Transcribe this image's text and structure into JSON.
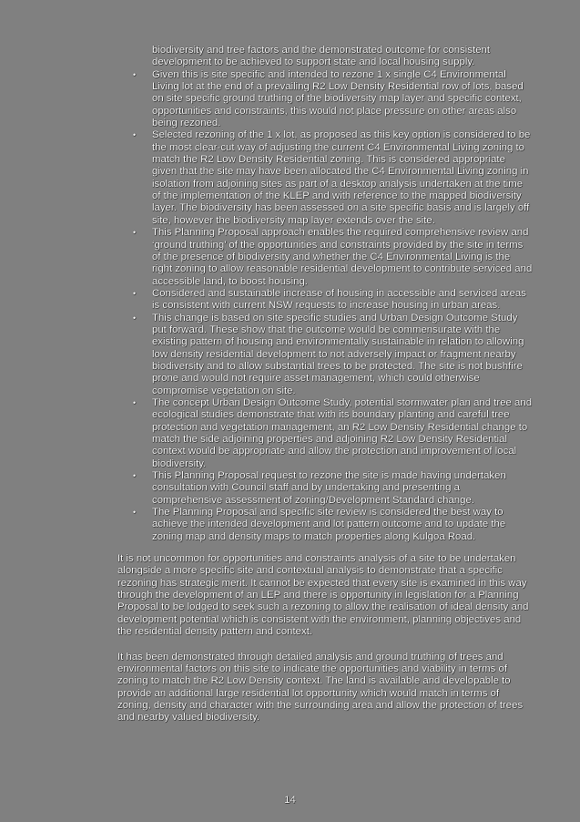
{
  "document": {
    "continuation_text": "biodiversity and tree factors and the demonstrated outcome for consistent development to be achieved to support state and local housing supply.",
    "bullet_icon": "•",
    "bullets": [
      {
        "text": "Given this is site specific and intended to rezone 1 x single C4 Environmental Living lot at the end of a prevailing R2 Low Density Residential row of lots, based on site specific ground truthing of the biodiversity map layer and specific context, opportunities and constraints, this would not place pressure on other areas also being rezoned."
      },
      {
        "text": "Selected rezoning of the 1 x lot, as proposed as this key option is considered to be the most clear-cut way of adjusting the current C4 Environmental Living zoning to match the R2 Low Density Residential zoning. This is considered appropriate given that the site may have been allocated the C4 Environmental Living zoning in isolation from adjoining sites as part of a desktop analysis undertaken at the time of the implementation of the KLEP and with reference to the mapped biodiversity layer. The biodiversity has been assessed on a site specific basis and is largely off site, however the biodiversity map layer extends over the site."
      },
      {
        "text": "This Planning Proposal approach enables the required comprehensive review and ‘ground truthing’ of the opportunities and constraints provided by the site in terms of the presence of biodiversity and whether the C4 Environmental Living is the right zoning to allow reasonable residential development to contribute serviced and accessible land, to boost housing."
      },
      {
        "text": "Considered and sustainable increase of housing in accessible and serviced areas is consistent with current NSW requests to increase housing in urban areas."
      },
      {
        "text": "This change is based on site specific studies and Urban Design Outcome Study put forward. These show that the outcome would be commensurate with the existing pattern of housing and environmentally sustainable in relation to allowing low density residential development to not adversely impact or fragment nearby biodiversity and to allow substantial trees to be protected. The site is not bushfire prone and would not require asset management, which could otherwise compromise vegetation on site."
      },
      {
        "text": "The concept Urban Design Outcome Study, potential stormwater plan and tree and ecological studies demonstrate that with its boundary planting and careful tree protection and vegetation management, an R2 Low Density Residential change to match the side adjoining properties and adjoining R2 Low Density Residential context would be appropriate and allow the protection and improvement of local biodiversity."
      },
      {
        "text": "This Planning Proposal request to rezone the site is made having undertaken consultation with Council staff and by undertaking and presenting a comprehensive assessment of zoning/Development Standard change."
      },
      {
        "text": "The Planning Proposal and specific site review is considered the best way to achieve the intended development and lot pattern outcome and to update the zoning map and density maps to match properties along Kulgoa Road."
      }
    ],
    "paragraphs": [
      "It is not uncommon for opportunities and constraints analysis of a site to be undertaken alongside a more specific site and contextual analysis to demonstrate that a specific rezoning has strategic merit. It cannot be expected that every site is examined in this way through the development of an LEP and there is opportunity in legislation for a Planning Proposal to be lodged to seek such a rezoning to allow the realisation of ideal density and development potential which is consistent with the environment, planning objectives and the residential density pattern and context.",
      "It has been demonstrated through detailed analysis and ground truthing of trees and environmental factors on this site to indicate the opportunities and viability in terms of zoning to match the R2 Low Density context. The land is available and developable to provide an additional large residential lot opportunity which would match in terms of zoning, density and character with the surrounding area and allow the protection of trees and nearby valued biodiversity."
    ],
    "page_number": "14"
  }
}
